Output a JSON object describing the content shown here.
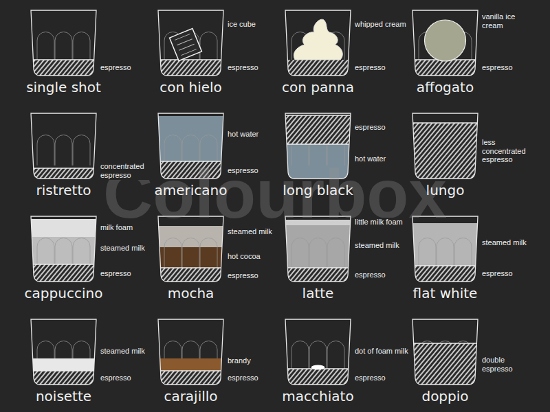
{
  "diagram": {
    "nodes": [
      {
        "text": [
          "espresso",
          "single shot"
        ]
      },
      {
        "text": [
          "ice cube",
          "espresso",
          "con hielo"
        ]
      },
      {
        "text": [
          "whipped cream",
          "espresso",
          "con panna"
        ]
      },
      {
        "text": [
          "vanilla ice cream",
          "espresso",
          "affogato"
        ]
      },
      {
        "text": [
          "concentrated espresso",
          "ristretto"
        ]
      },
      {
        "text": [
          "hot water",
          "espresso",
          "americano"
        ]
      },
      {
        "text": [
          "espresso",
          "hot water",
          "long black"
        ]
      },
      {
        "text": [
          "less concentrated espresso",
          "lungo"
        ]
      },
      {
        "text": [
          "milk foam",
          "steamed milk",
          "espresso",
          "cappuccino"
        ]
      },
      {
        "text": [
          "steamed milk",
          "hot cocoa",
          "espresso",
          "mocha"
        ]
      },
      {
        "text": [
          "little milk foam",
          "steamed milk",
          "espresso",
          "latte"
        ]
      },
      {
        "text": [
          "steamed milk",
          "espresso",
          "flat white"
        ]
      },
      {
        "text": [
          "steamed milk",
          "espresso",
          "noisette"
        ]
      },
      {
        "text": [
          "brandy",
          "espresso",
          "carajillo"
        ]
      },
      {
        "text": [
          "dot of foam milk",
          "espresso",
          "macchiato"
        ]
      },
      {
        "text": [
          "double espresso",
          "doppio"
        ]
      }
    ],
    "labels": [
      "Colourbox"
    ]
  }
}
